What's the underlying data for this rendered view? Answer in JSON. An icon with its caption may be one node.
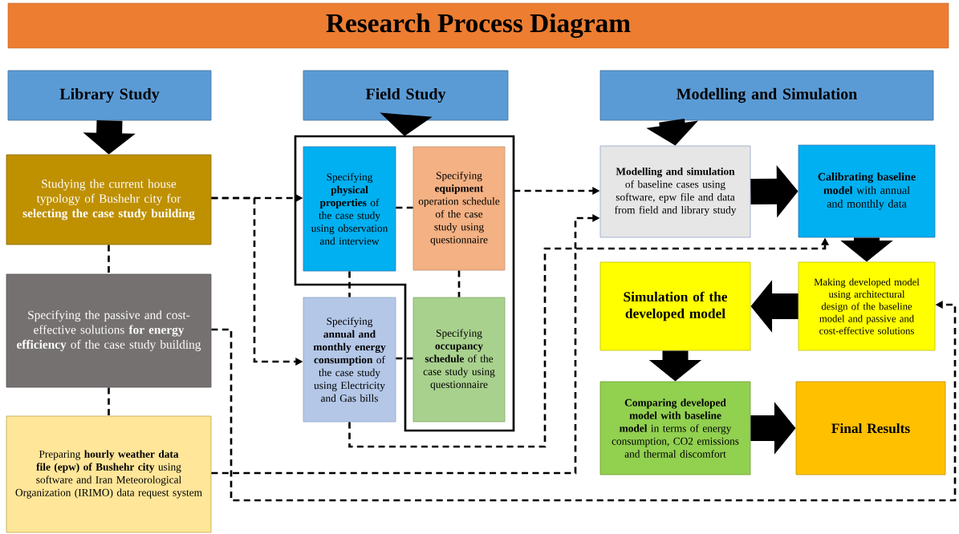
{
  "diagram": {
    "title": "Research Process Diagram",
    "nodes": [
      {
        "text": [
          "Library Study"
        ]
      },
      {
        "text": [
          "Field Study"
        ]
      },
      {
        "text": [
          "Modelling and Simulation"
        ]
      },
      {
        "text": [
          "Studying the current house typology of Bushehr city for **selecting the case study building**"
        ]
      },
      {
        "text": [
          "Specifying the passive and cost-effective solutions **for energy efficiency** of the case study building"
        ]
      },
      {
        "text": [
          "Preparing **hourly weather data file (epw) of Bushehr city** using software and Iran Meteorological Organization (IRIMO) data request system"
        ]
      },
      {
        "text": [],
        "shape": "box"
      },
      {
        "text": [
          "Specifying **physical properties** of the case study using observation and interview"
        ],
        "in": 6
      },
      {
        "text": [
          "Specifying **equipment** operation schedule of the case study using questionnaire"
        ],
        "in": 6
      },
      {
        "text": [
          "Specifying **annual and monthly energy consumption** of the case study using Electricity and Gas bills"
        ]
      },
      {
        "text": [
          "Specifying **occupancy schedule** of the case study using questionnaire"
        ],
        "in": 6
      },
      {
        "text": [
          "**Modelling and simulation** of baseline cases using software, epw file and data from field and library study"
        ]
      },
      {
        "text": [
          "**Calibrating baseline model** with annual and monthly data"
        ]
      },
      {
        "text": [
          "Making developed model using architectural design of the baseline model and passive and cost-effective solutions"
        ]
      },
      {
        "text": [
          "Simulation of the developed model"
        ]
      },
      {
        "text": [
          "**Comparing developed model with baseline model** in terms of energy consumption, CO2 emissions and thermal discomfort"
        ]
      },
      {
        "text": [
          "Final Results"
        ]
      }
    ],
    "edges": [
      {
        "from": 0,
        "to": 3,
        "arrow": "to",
        "style": "thick"
      },
      {
        "from": 1,
        "to": 6,
        "arrow": "to",
        "style": "thick"
      },
      {
        "from": 2,
        "to": 11,
        "arrow": "to",
        "style": "thick"
      },
      {
        "from": 11,
        "to": 12,
        "arrow": "to",
        "style": "thick"
      },
      {
        "from": 12,
        "to": 13,
        "arrow": "to",
        "style": "thick"
      },
      {
        "from": 13,
        "to": 14,
        "arrow": "to",
        "style": "thick"
      },
      {
        "from": 14,
        "to": 15,
        "arrow": "to",
        "style": "thick"
      },
      {
        "from": 15,
        "to": 16,
        "arrow": "to",
        "style": "thick"
      },
      {
        "from": 3,
        "to": 7,
        "arrow": "to",
        "style": "dashed"
      },
      {
        "from": 3,
        "to": 9,
        "arrow": "to",
        "style": "dashed"
      },
      {
        "from": 3,
        "to": 4,
        "arrow": "none",
        "style": "dashed"
      },
      {
        "from": 4,
        "to": 5,
        "arrow": "none",
        "style": "dashed"
      },
      {
        "from": 7,
        "to": 8,
        "arrow": "none",
        "style": "dashed"
      },
      {
        "from": 7,
        "to": 9,
        "arrow": "none",
        "style": "dashed"
      },
      {
        "from": 8,
        "to": 10,
        "arrow": "none",
        "style": "dashed"
      },
      {
        "from": 9,
        "to": 10,
        "arrow": "none",
        "style": "dashed"
      },
      {
        "from": 6,
        "to": 11,
        "arrow": "to",
        "style": "dashed"
      },
      {
        "from": 5,
        "to": 11,
        "arrow": "to",
        "style": "dashed"
      },
      {
        "from": 9,
        "to": 12,
        "arrow": "to",
        "style": "dashed"
      },
      {
        "from": 4,
        "to": 13,
        "arrow": "to",
        "style": "dashed"
      }
    ]
  }
}
